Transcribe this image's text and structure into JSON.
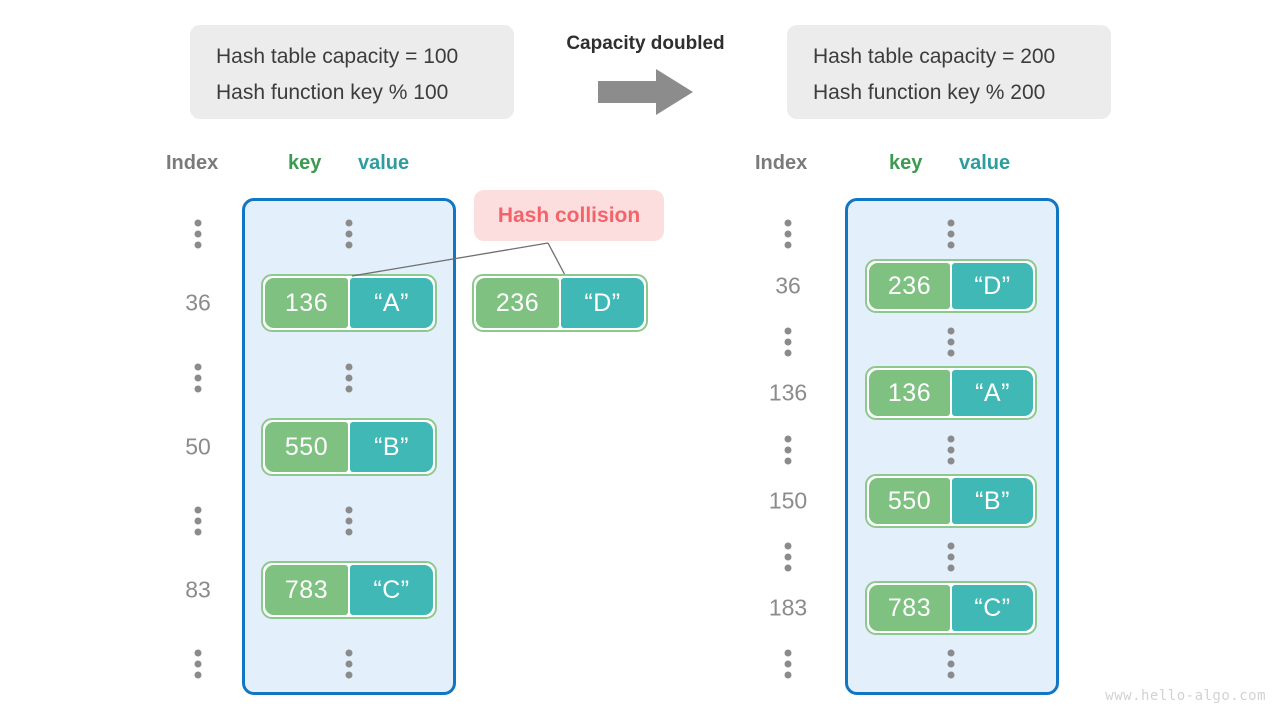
{
  "watermark": "www.hello-algo.com",
  "transition": {
    "note": "Capacity doubled",
    "arrow_icon": "right-arrow-icon",
    "arrow_color": "#8c8c8c"
  },
  "colors": {
    "bucket_fill": "#e3effa",
    "bucket_border": "#1176c4",
    "key_box": "#7ec181",
    "value_box": "#3fb8b6",
    "pair_border": "#8dc98d",
    "badge_fill": "#fcdede",
    "badge_text": "#f4636a",
    "info_box": "#ececec",
    "index_text": "#8b8b8b",
    "key_header": "#3c9a51",
    "value_header": "#2f9d9d"
  },
  "before": {
    "info": {
      "capacity_line": "Hash table capacity = 100",
      "function_line": "Hash function key % 100"
    },
    "headers": {
      "index": "Index",
      "key": "key",
      "value": "value"
    },
    "rows": [
      {
        "type": "ellipsis",
        "index": "",
        "key": "",
        "value": ""
      },
      {
        "type": "entry",
        "index": "36",
        "key": "136",
        "value": "“A”"
      },
      {
        "type": "ellipsis",
        "index": "",
        "key": "",
        "value": ""
      },
      {
        "type": "entry",
        "index": "50",
        "key": "550",
        "value": "“B”"
      },
      {
        "type": "ellipsis",
        "index": "",
        "key": "",
        "value": ""
      },
      {
        "type": "entry",
        "index": "83",
        "key": "783",
        "value": "“C”"
      },
      {
        "type": "ellipsis",
        "index": "",
        "key": "",
        "value": ""
      }
    ],
    "collision": {
      "label": "Hash collision",
      "colliding_pair": {
        "key": "236",
        "value": "“D”"
      }
    }
  },
  "after": {
    "info": {
      "capacity_line": "Hash table capacity = 200",
      "function_line": "Hash function key % 200"
    },
    "headers": {
      "index": "Index",
      "key": "key",
      "value": "value"
    },
    "rows": [
      {
        "type": "ellipsis",
        "index": "",
        "key": "",
        "value": ""
      },
      {
        "type": "entry",
        "index": "36",
        "key": "236",
        "value": "“D”"
      },
      {
        "type": "ellipsis",
        "index": "",
        "key": "",
        "value": ""
      },
      {
        "type": "entry",
        "index": "136",
        "key": "136",
        "value": "“A”"
      },
      {
        "type": "ellipsis",
        "index": "",
        "key": "",
        "value": ""
      },
      {
        "type": "entry",
        "index": "150",
        "key": "550",
        "value": "“B”"
      },
      {
        "type": "ellipsis",
        "index": "",
        "key": "",
        "value": ""
      },
      {
        "type": "entry",
        "index": "183",
        "key": "783",
        "value": "“C”"
      },
      {
        "type": "ellipsis",
        "index": "",
        "key": "",
        "value": ""
      }
    ]
  }
}
